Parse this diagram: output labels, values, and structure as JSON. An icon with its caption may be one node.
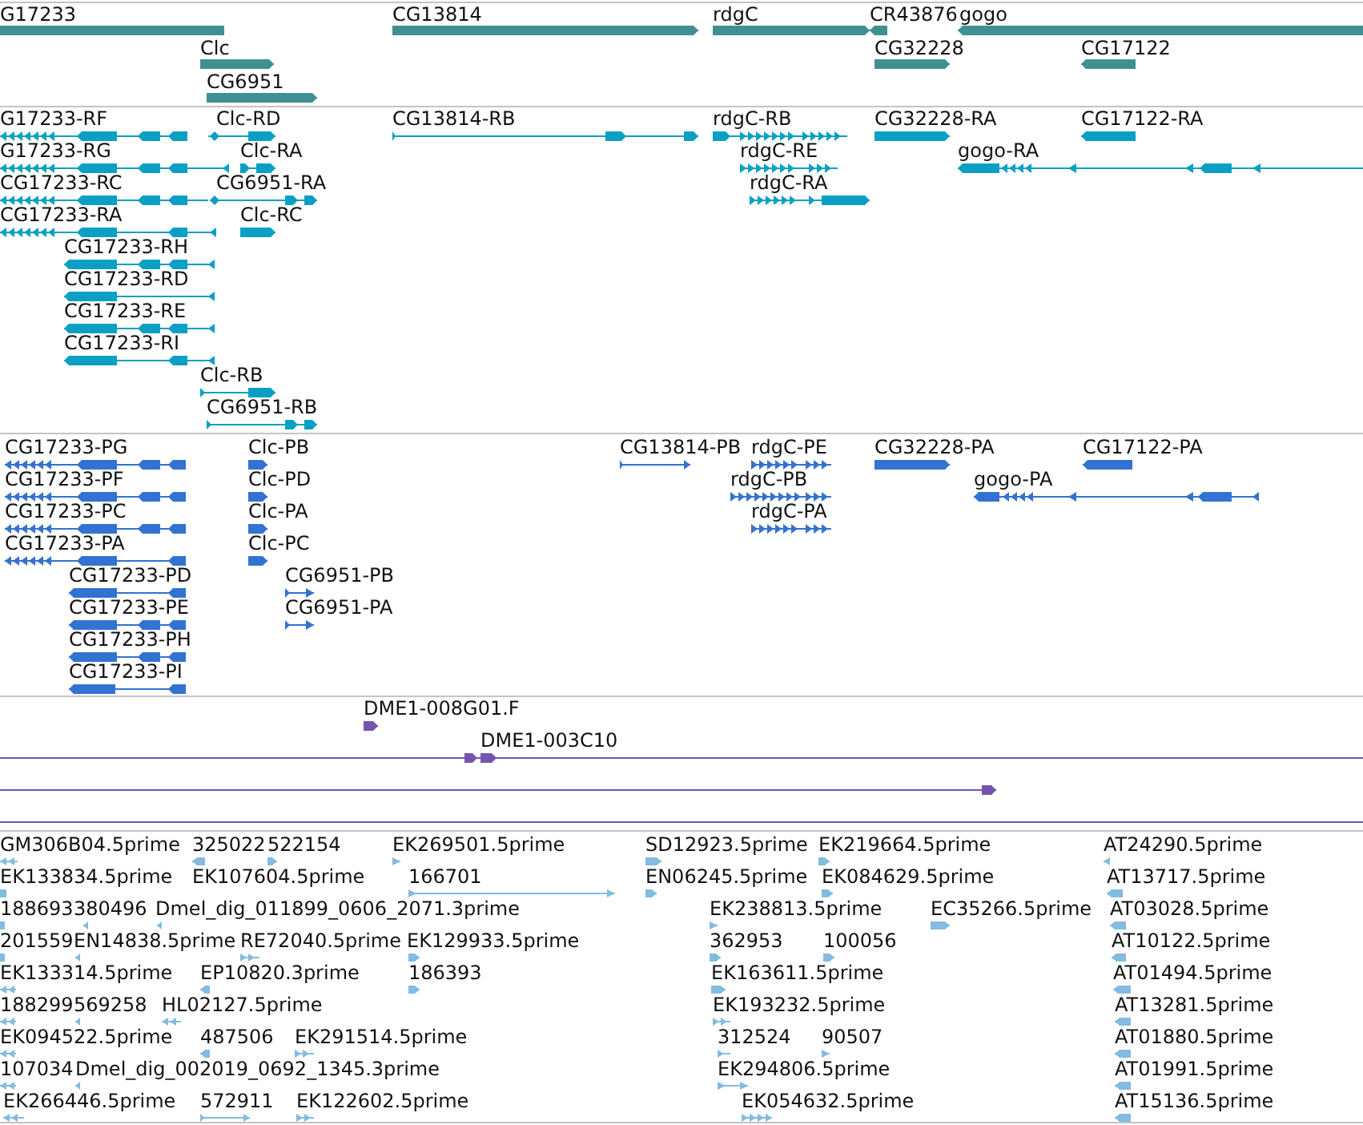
{
  "diagram": {
    "nodes": [
      {
        "text": [
          "G17233"
        ]
      },
      {
        "text": [
          "CG13814"
        ]
      },
      {
        "text": [
          "rdgC"
        ]
      },
      {
        "text": [
          "CR43876"
        ]
      },
      {
        "text": [
          "gogo"
        ]
      },
      {
        "text": [
          "Clc"
        ]
      },
      {
        "text": [
          "CG32228"
        ]
      },
      {
        "text": [
          "CG17122"
        ]
      },
      {
        "text": [
          "CG6951"
        ]
      },
      {
        "text": [
          "G17233-RF"
        ]
      },
      {
        "text": [
          "Clc-RD"
        ]
      },
      {
        "text": [
          "CG13814-RB"
        ]
      },
      {
        "text": [
          "rdgC-RB"
        ]
      },
      {
        "text": [
          "CG32228-RA"
        ]
      },
      {
        "text": [
          "CG17122-RA"
        ]
      },
      {
        "text": [
          "G17233-RG"
        ]
      },
      {
        "text": [
          "Clc-RA"
        ]
      },
      {
        "text": [
          "rdgC-RE"
        ]
      },
      {
        "text": [
          "gogo-RA"
        ]
      },
      {
        "text": [
          "CG17233-RC"
        ]
      },
      {
        "text": [
          "CG6951-RA"
        ]
      },
      {
        "text": [
          "rdgC-RA"
        ]
      },
      {
        "text": [
          "CG17233-RA"
        ]
      },
      {
        "text": [
          "Clc-RC"
        ]
      },
      {
        "text": [
          "CG17233-RH"
        ]
      },
      {
        "text": [
          "CG17233-RD"
        ]
      },
      {
        "text": [
          "CG17233-RE"
        ]
      },
      {
        "text": [
          "CG17233-RI"
        ]
      },
      {
        "text": [
          "Clc-RB"
        ]
      },
      {
        "text": [
          "CG6951-RB"
        ]
      },
      {
        "text": [
          "CG17233-PG"
        ]
      },
      {
        "text": [
          "Clc-PB"
        ]
      },
      {
        "text": [
          "CG13814-PB"
        ]
      },
      {
        "text": [
          "rdgC-PE"
        ]
      },
      {
        "text": [
          "CG32228-PA"
        ]
      },
      {
        "text": [
          "CG17122-PA"
        ]
      },
      {
        "text": [
          "CG17233-PF"
        ]
      },
      {
        "text": [
          "Clc-PD"
        ]
      },
      {
        "text": [
          "rdgC-PB"
        ]
      },
      {
        "text": [
          "gogo-PA"
        ]
      },
      {
        "text": [
          "CG17233-PC"
        ]
      },
      {
        "text": [
          "Clc-PA"
        ]
      },
      {
        "text": [
          "rdgC-PA"
        ]
      },
      {
        "text": [
          "CG17233-PA"
        ]
      },
      {
        "text": [
          "Clc-PC"
        ]
      },
      {
        "text": [
          "CG17233-PD"
        ]
      },
      {
        "text": [
          "CG6951-PB"
        ]
      },
      {
        "text": [
          "CG17233-PE"
        ]
      },
      {
        "text": [
          "CG6951-PA"
        ]
      },
      {
        "text": [
          "CG17233-PH"
        ]
      },
      {
        "text": [
          "CG17233-PI"
        ]
      },
      {
        "text": [
          "DME1-008G01.F"
        ]
      },
      {
        "text": [
          "DME1-003C10"
        ]
      },
      {
        "text": [],
        "shape": "bar"
      },
      {
        "text": [],
        "shape": "line"
      },
      {
        "text": [
          "GM306B04.5prime"
        ]
      },
      {
        "text": [
          "325022"
        ]
      },
      {
        "text": [
          "522154"
        ]
      },
      {
        "text": [
          "EK269501.5prime"
        ]
      },
      {
        "text": [
          "SD12923.5prime"
        ]
      },
      {
        "text": [
          "EK219664.5prime"
        ]
      },
      {
        "text": [
          "AT24290.5prime"
        ]
      },
      {
        "text": [
          "EK133834.5prime"
        ]
      },
      {
        "text": [
          "EK107604.5prime"
        ]
      },
      {
        "text": [
          "166701"
        ]
      },
      {
        "text": [
          "EN06245.5prime"
        ]
      },
      {
        "text": [
          "EK084629.5prime"
        ]
      },
      {
        "text": [
          "AT13717.5prime"
        ]
      },
      {
        "text": [
          "188693"
        ]
      },
      {
        "text": [
          "380496"
        ]
      },
      {
        "text": [
          "Dmel_dig_011899_0606_2071.3prime"
        ]
      },
      {
        "text": [
          "EK238813.5prime"
        ]
      },
      {
        "text": [
          "EC35266.5prime"
        ]
      },
      {
        "text": [
          "AT03028.5prime"
        ]
      },
      {
        "text": [
          "201559"
        ]
      },
      {
        "text": [
          "EN14838.5prime"
        ]
      },
      {
        "text": [
          "RE72040.5prime"
        ]
      },
      {
        "text": [
          "EK129933.5prime"
        ]
      },
      {
        "text": [
          "362953"
        ]
      },
      {
        "text": [
          "100056"
        ]
      },
      {
        "text": [
          "AT10122.5prime"
        ]
      },
      {
        "text": [
          "EK133314.5prime"
        ]
      },
      {
        "text": [
          "EP10820.3prime"
        ]
      },
      {
        "text": [
          "186393"
        ]
      },
      {
        "text": [
          "EK163611.5prime"
        ]
      },
      {
        "text": [
          "AT01494.5prime"
        ]
      },
      {
        "text": [
          "188299"
        ]
      },
      {
        "text": [
          "569258"
        ]
      },
      {
        "text": [
          "HL02127.5prime"
        ]
      },
      {
        "text": [
          "EK193232.5prime"
        ]
      },
      {
        "text": [
          "AT13281.5prime"
        ]
      },
      {
        "text": [
          "EK094522.5prime"
        ]
      },
      {
        "text": [
          "487506"
        ]
      },
      {
        "text": [
          "EK291514.5prime"
        ]
      },
      {
        "text": [
          "312524"
        ]
      },
      {
        "text": [
          "90507"
        ]
      },
      {
        "text": [
          "AT01880.5prime"
        ]
      },
      {
        "text": [
          "107034"
        ]
      },
      {
        "text": [
          "Dmel_dig_002019_0692_1345.3prime"
        ]
      },
      {
        "text": [
          "EK294806.5prime"
        ]
      },
      {
        "text": [
          "AT01991.5prime"
        ]
      },
      {
        "text": [
          "EK266446.5prime"
        ]
      },
      {
        "text": [
          "572911"
        ]
      },
      {
        "text": [
          "EK122602.5prime"
        ]
      },
      {
        "text": [
          "EK054632.5prime"
        ]
      },
      {
        "text": [
          "AT15136.5prime"
        ]
      }
    ]
  }
}
